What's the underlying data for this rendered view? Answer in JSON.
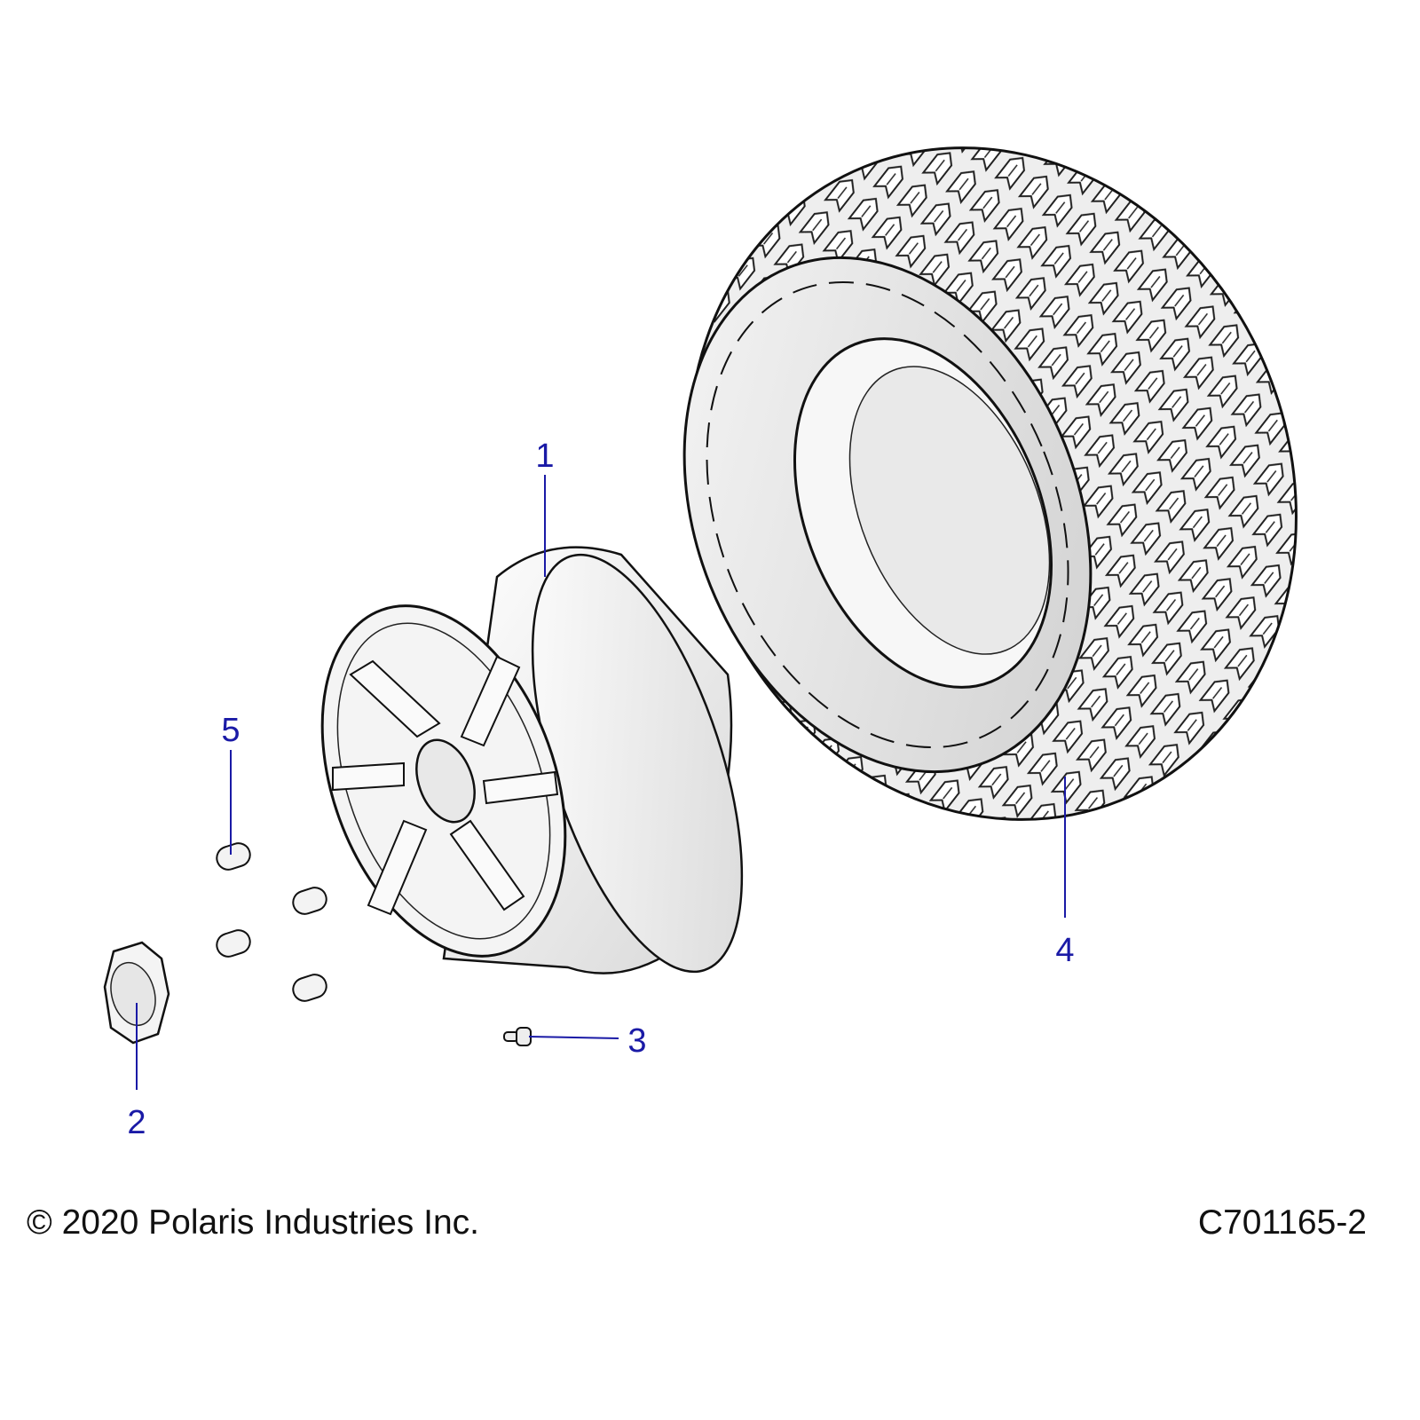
{
  "diagram": {
    "type": "exploded-parts-diagram",
    "subject": "Wheel and tire assembly",
    "colors": {
      "callout": "#1a1aa6",
      "outline": "#111111",
      "part_fill": "#f2f2f2",
      "part_shade": "#d6d6d6",
      "background": "#ffffff"
    },
    "callouts": [
      {
        "number": "1",
        "part": "wheel-rim"
      },
      {
        "number": "2",
        "part": "center-cap"
      },
      {
        "number": "3",
        "part": "valve-stem"
      },
      {
        "number": "4",
        "part": "tire"
      },
      {
        "number": "5",
        "part": "lug-nut"
      }
    ]
  },
  "footer": {
    "copyright": "© 2020 Polaris Industries Inc.",
    "drawing_id": "C701165-2"
  }
}
